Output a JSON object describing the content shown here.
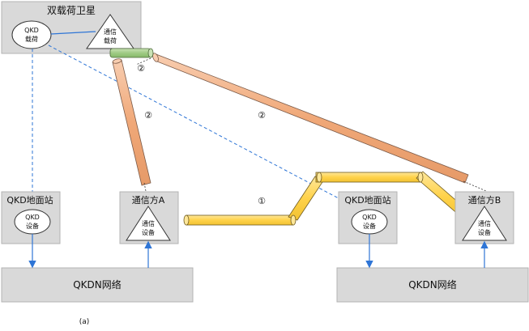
{
  "satellite": {
    "title": "双载荷卫星",
    "qkd_payload": [
      "QKD",
      "载荷"
    ],
    "comm_payload": [
      "通信",
      "载荷"
    ]
  },
  "station_left": {
    "title": "QKD地面站",
    "device": [
      "QKD",
      "设备"
    ]
  },
  "party_a": {
    "title": "通信方A",
    "device": [
      "通信",
      "设备"
    ]
  },
  "station_right": {
    "title": "QKD地面站",
    "device": [
      "QKD",
      "设备"
    ]
  },
  "party_b": {
    "title": "通信方B",
    "device": [
      "通信",
      "设备"
    ]
  },
  "network_left": {
    "label": "QKDN网络"
  },
  "network_right": {
    "label": "QKDN网络"
  },
  "path_markers": {
    "one": "①",
    "two_a": "②",
    "two_b": "②",
    "two_c": "②"
  },
  "caption": "(a)",
  "colors": {
    "box_fill": "#d9d9d9",
    "box_stroke": "#b3b3b3",
    "link_blue": "#2e75d6",
    "tube_orange": "#f4b183",
    "tube_yellow": "#ffd75e",
    "tube_green": "#a9d18e"
  }
}
